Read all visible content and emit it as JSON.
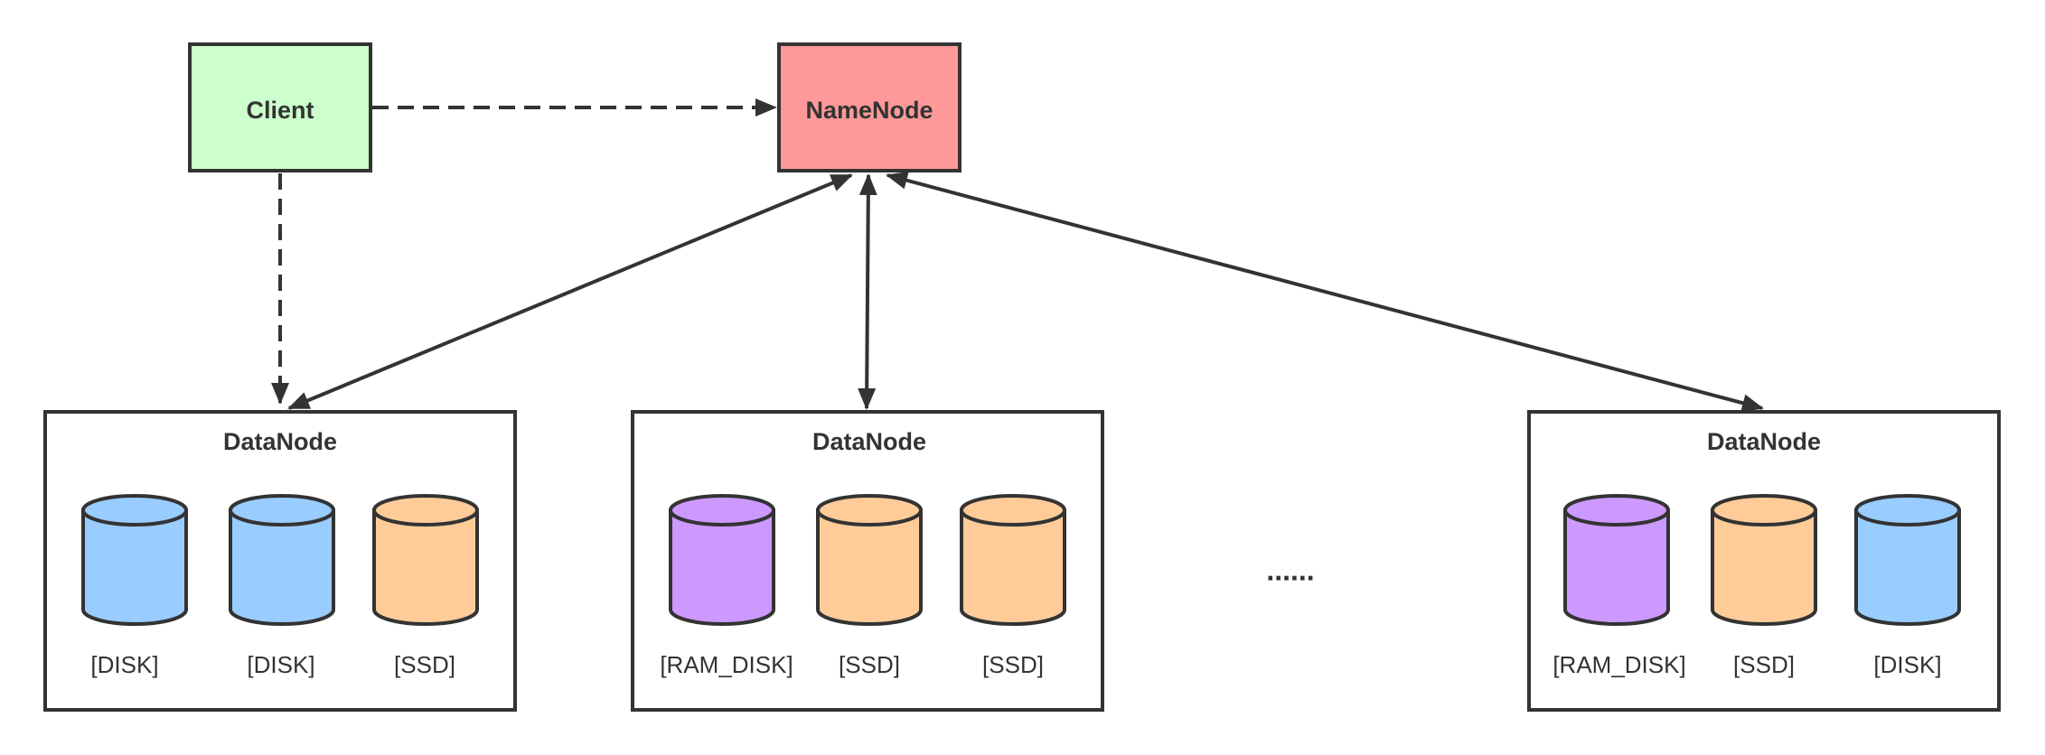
{
  "colors": {
    "client_fill": "#ccffcc",
    "namenode_fill": "#ff9999",
    "disk_fill": "#99ccff",
    "ssd_fill": "#ffcc99",
    "ram_disk_fill": "#cc99ff",
    "stroke": "#333333",
    "background": "#ffffff"
  },
  "client": {
    "label": "Client"
  },
  "namenode": {
    "label": "NameNode"
  },
  "datanodes": [
    {
      "label": "DataNode",
      "volumes": [
        {
          "type": "DISK",
          "label": "[DISK]",
          "color": "#99ccff"
        },
        {
          "type": "DISK",
          "label": "[DISK]",
          "color": "#99ccff"
        },
        {
          "type": "SSD",
          "label": "[SSD]",
          "color": "#ffcc99"
        }
      ]
    },
    {
      "label": "DataNode",
      "volumes": [
        {
          "type": "RAM_DISK",
          "label": "[RAM_DISK]",
          "color": "#cc99ff"
        },
        {
          "type": "SSD",
          "label": "[SSD]",
          "color": "#ffcc99"
        },
        {
          "type": "SSD",
          "label": "[SSD]",
          "color": "#ffcc99"
        }
      ]
    },
    {
      "label": "DataNode",
      "volumes": [
        {
          "type": "RAM_DISK",
          "label": "[RAM_DISK]",
          "color": "#cc99ff"
        },
        {
          "type": "SSD",
          "label": "[SSD]",
          "color": "#ffcc99"
        },
        {
          "type": "DISK",
          "label": "[DISK]",
          "color": "#99ccff"
        }
      ]
    }
  ],
  "ellipsis": "......"
}
